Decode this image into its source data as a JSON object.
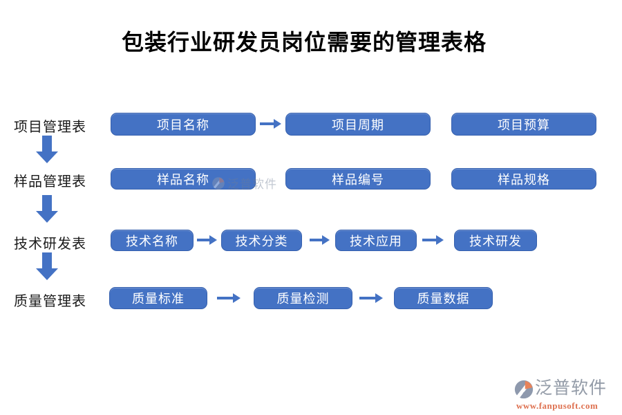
{
  "title": "包装行业研发员岗位需要的管理表格",
  "colors": {
    "box_fill": "#4472C4",
    "box_border": "#3560AE",
    "arrow": "#4472C4",
    "title_text": "#000000",
    "label_text": "#1a1a1a",
    "box_text": "#FFFFFF",
    "brand_gray": "#949CA8",
    "brand_orange": "#DE7150"
  },
  "rows": [
    {
      "label": "项目管理表",
      "boxes": [
        "项目名称",
        "项目周期",
        "项目预算"
      ]
    },
    {
      "label": "样品管理表",
      "boxes": [
        "样品名称",
        "样品编号",
        "样品规格"
      ]
    },
    {
      "label": "技术研发表",
      "boxes": [
        "技术名称",
        "技术分类",
        "技术应用",
        "技术研发"
      ]
    },
    {
      "label": "质量管理表",
      "boxes": [
        "质量标准",
        "质量检测",
        "质量数据"
      ]
    }
  ],
  "watermark": {
    "text": "泛普软件"
  },
  "footer": {
    "brand": "泛普软件",
    "url": "www.fanpusoft.com"
  }
}
